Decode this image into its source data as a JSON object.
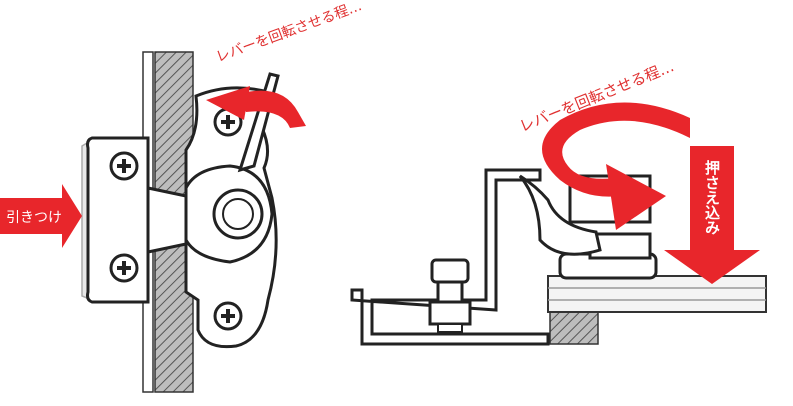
{
  "left_figure": {
    "lever_label": "レバーを回転させる程…",
    "pull_label": "引きつけ"
  },
  "right_figure": {
    "lever_label": "レバーを回転させる程…",
    "press_label": "押さえ込み"
  },
  "colors": {
    "arrow_red": "#e8262b",
    "label_red": "#e03030",
    "line": "#222222",
    "hatch_fill": "#9a9a9a",
    "wall_fill": "#d9d9d9"
  }
}
